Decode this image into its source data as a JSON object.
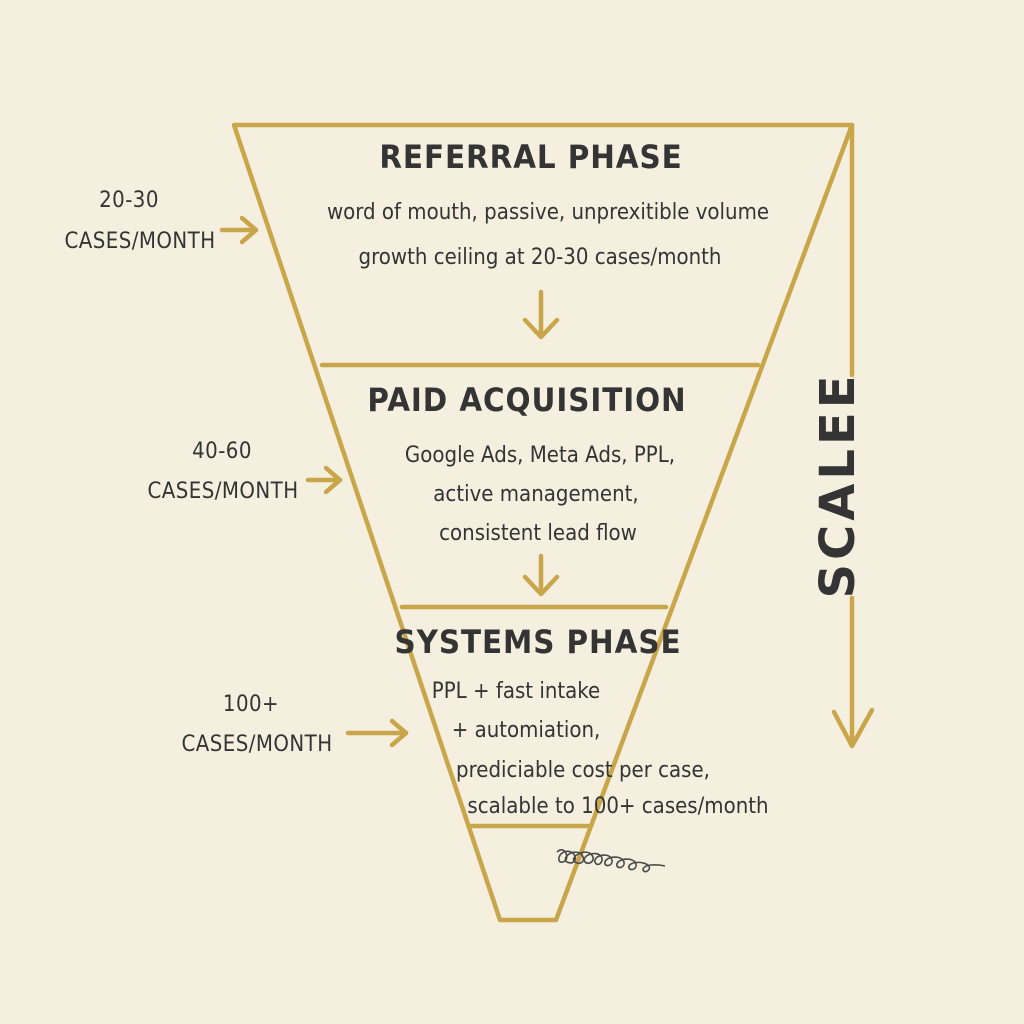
{
  "colors": {
    "background": "#f4efdf",
    "funnel_stroke": "#c9a64a",
    "text": "#343434"
  },
  "phases": [
    {
      "title": "REFERRAL PHASE",
      "lines": [
        "word of mouth, passive, unprexitible volume",
        "growth ceiling at 20-30 cases/month"
      ],
      "side_label": [
        "20-30",
        "CASES/MONTH"
      ]
    },
    {
      "title": "PAID ACQUISITION",
      "lines": [
        "Google Ads, Meta Ads, PPL,",
        "active management,",
        "consistent lead flow"
      ],
      "side_label": [
        "40-60",
        "CASES/MONTH"
      ]
    },
    {
      "title": "SYSTEMS PHASE",
      "lines": [
        "PPL + fast intake",
        "+ automiation,",
        "prediciable cost per case,",
        "scalable to 100+ cases/month"
      ],
      "side_label": [
        "100+",
        "CASES/MONTH"
      ]
    }
  ],
  "scale_label": "SCALEE"
}
